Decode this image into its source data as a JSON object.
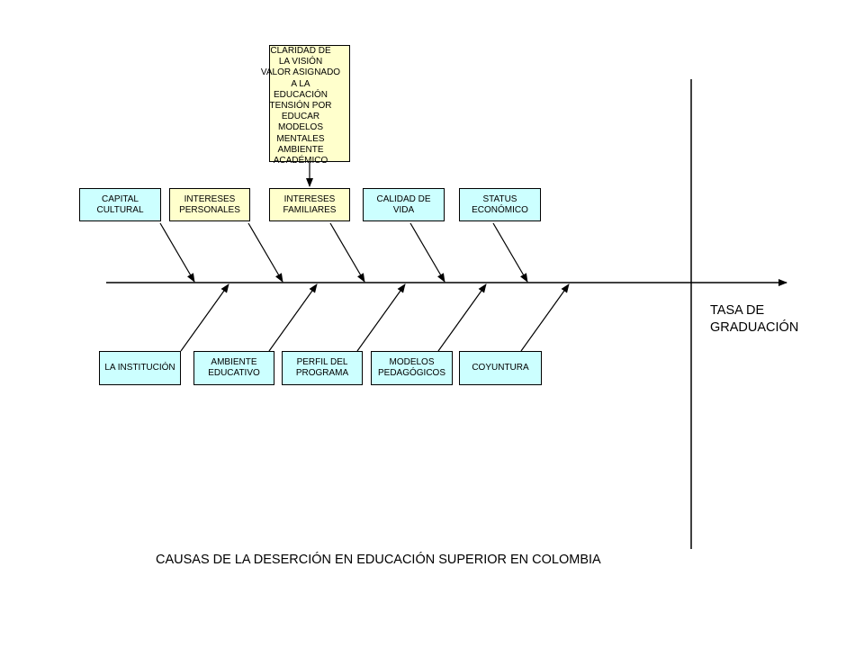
{
  "diagram": {
    "effect": "TASA DE\nGRADUACIÓN",
    "caption": "CAUSAS DE LA DESERCIÓN EN EDUCACIÓN SUPERIOR EN COLOMBIA",
    "sub_cause_box": "CLARIDAD DE\nLA VISIÓN\nVALOR ASIGNADO\nA LA\nEDUCACIÓN\nTENSIÓN POR\nEDUCAR\nMODELOS\nMENTALES\nAMBIENTE ACADÉMICO",
    "top_causes": [
      "CAPITAL\nCULTURAL",
      "INTERESES\nPERSONALES",
      "INTERESES\nFAMILIARES",
      "CALIDAD DE\nVIDA",
      "STATUS\nECONÓMICO"
    ],
    "bottom_causes": [
      "LA INSTITUCIÓN",
      "AMBIENTE\nEDUCATIVO",
      "PERFIL DEL\nPROGRAMA",
      "MODELOS\nPEDAGÓGICOS",
      "COYUNTURA"
    ],
    "colors": {
      "cause_box": "#ccffff",
      "sub_cause_box": "#ffffcc",
      "lines": "#000000"
    }
  }
}
